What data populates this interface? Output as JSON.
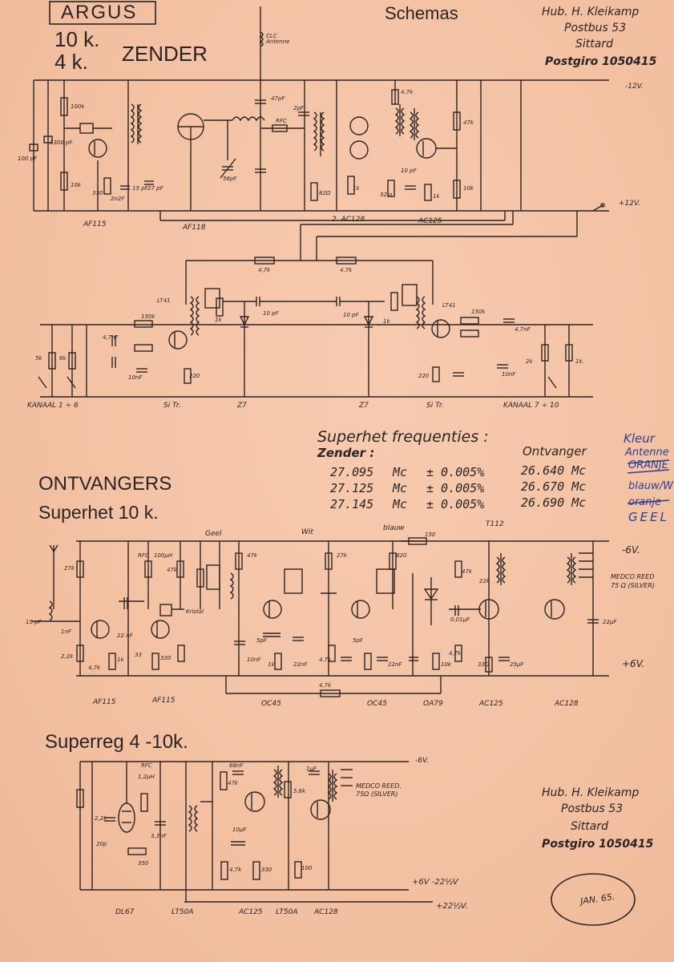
{
  "header": {
    "brand": "ARGUS",
    "title": "Schemas",
    "model_line_1": "10 k.",
    "model_line_2": "4 k.",
    "section": "ZENDER"
  },
  "address_top": {
    "name": "Hub. H. Kleikamp",
    "street": "Postbus 53",
    "city": "Sittard",
    "giro": "Postgiro 1050415"
  },
  "transmitter": {
    "antenna": "CLC Antenne",
    "neg_rail": "-12V.",
    "pos_rail": "+12V.",
    "parts": [
      "100 pF",
      "3300 pF",
      "100k",
      "10k",
      "330",
      "2n2F",
      "15 pF",
      "27 pF",
      "56pF",
      "47pF",
      "2pF",
      "RFC",
      "4,7k",
      "47k",
      "10k",
      "10 pF",
      "1k",
      "32 n",
      "82Ω",
      "1k"
    ],
    "transistors": [
      "AF115",
      "AF118",
      "2. AC128",
      "AC125"
    ],
    "modulator_parts": [
      "4,7k",
      "4,7k",
      "LT41",
      "LT41",
      "10 pF",
      "10 pF",
      "150k",
      "150k",
      "4,7nF",
      "4,7nF",
      "10nF",
      "10nF",
      "220",
      "220",
      "1k",
      "1k",
      "5k",
      "6k",
      "2k",
      "1k."
    ],
    "zeners": [
      "Z7",
      "Z7"
    ],
    "si_tr_1": "Si Tr.",
    "si_tr_2": "Si Tr.",
    "kanaal_1": "KANAAL 1 ÷ 6",
    "kanaal_2": "KANAAL 7 ÷ 10"
  },
  "frequencies": {
    "title": "Superhet frequenties :",
    "col_tx": "Zender :",
    "col_rx": "Ontvanger",
    "col_color": "Kleur",
    "rows": [
      {
        "tx": "27.095",
        "unit": "Mc",
        "tol": "± 0.005%",
        "rx": "26.640 Mc"
      },
      {
        "tx": "27.125",
        "unit": "Mc",
        "tol": "± 0.005%",
        "rx": "26.670 Mc"
      },
      {
        "tx": "27.145",
        "unit": "Mc",
        "tol": "± 0.005%",
        "rx": "26.690 Mc"
      }
    ],
    "colors": [
      "Antenne",
      "ORANJE",
      "blauw/W",
      "oranje",
      "GEEL"
    ]
  },
  "receivers": {
    "title": "ONTVANGERS",
    "superhet": "Superhet 10 k.",
    "coil_labels": [
      "Geel",
      "Wit",
      "blauw"
    ],
    "parts": [
      "27k",
      "15 pF",
      "1nF",
      "2,2k",
      "4,7k",
      "RFC",
      "100µH",
      "47k",
      "1k",
      "22 nF",
      "33",
      "330",
      "Kristal",
      "47k",
      "27k",
      "820",
      "150",
      "5pF",
      "10nF",
      "1k",
      "22nF",
      "5pF",
      "4,7k",
      "22nF",
      "0,01µF",
      "10k",
      "4,7k",
      "33Ω",
      "25µF",
      "22k",
      "47k",
      "4,7k",
      "22µF"
    ],
    "neg_rail": "-6V.",
    "pos_rail": "+6V.",
    "speaker": "MEDCO REED 75 Ω (SILVER)",
    "transistors": [
      "AF115",
      "AF115",
      "OC45",
      "OC45",
      "OA79",
      "AC125",
      "AC128"
    ],
    "t_label": "T112"
  },
  "superreg": {
    "title": "Superreg 4 -10k.",
    "neg_rail": "-6V.",
    "pos_rail": "+6V  -22½V",
    "pos_rail_2": "+22½V.",
    "speaker": "MEDCO REED. 75Ω (SILVER)",
    "parts": [
      "RFC",
      "1,2µH",
      "2,2k",
      "3,3nF",
      "350",
      "68nF",
      "47k",
      "10µF",
      "5,6k",
      "4,7k",
      "330",
      "100",
      "1µF",
      "20p"
    ],
    "transistors": [
      "DL67",
      "LT50A",
      "AC125",
      "LT50A",
      "AC128"
    ]
  },
  "address_bottom": {
    "name": "Hub. H. Kleikamp",
    "street": "Postbus 53",
    "city": "Sittard",
    "giro": "Postgiro 1050415"
  },
  "stamp": "JAN. 65.",
  "colors": {
    "paper": "#f4c3a3",
    "ink": "#2b2424",
    "blue_ink": "#2f3f8f"
  }
}
